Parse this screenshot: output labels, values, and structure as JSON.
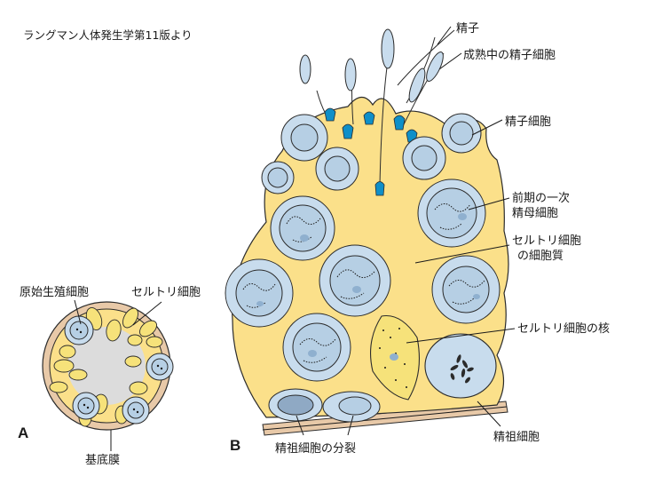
{
  "source_note": "ラングマン人体発生学第11版より",
  "panels": {
    "a": "A",
    "b": "B"
  },
  "figure_a": {
    "labels": {
      "primordial_germ_cell": "原始生殖細胞",
      "sertoli_cell": "セルトリ細胞",
      "basement_membrane": "基底膜"
    }
  },
  "figure_b": {
    "labels": {
      "spermatozoa": "精子",
      "maturing_sperm_cells": "成熟中の精子細胞",
      "spermatid": "精子細胞",
      "primary_spermatocyte_line1": "前期の一次",
      "primary_spermatocyte_line2": "精母細胞",
      "sertoli_cytoplasm_line1": "セルトリ細胞",
      "sertoli_cytoplasm_line2": "の細胞質",
      "sertoli_nucleus": "セルトリ細胞の核",
      "spermatogonium": "精祖細胞",
      "spermatogonium_division": "精祖細胞の分裂"
    }
  },
  "colors": {
    "sertoli_yellow": "#fbe08a",
    "cell_blue": "#c8dced",
    "nucleus_blue": "#b6cfe4",
    "sperm_head_blue": "#0f8fc8",
    "lumen_gray": "#dcdcdc",
    "basement_tan": "#e8c9a8",
    "outline": "#2b2b2b"
  }
}
